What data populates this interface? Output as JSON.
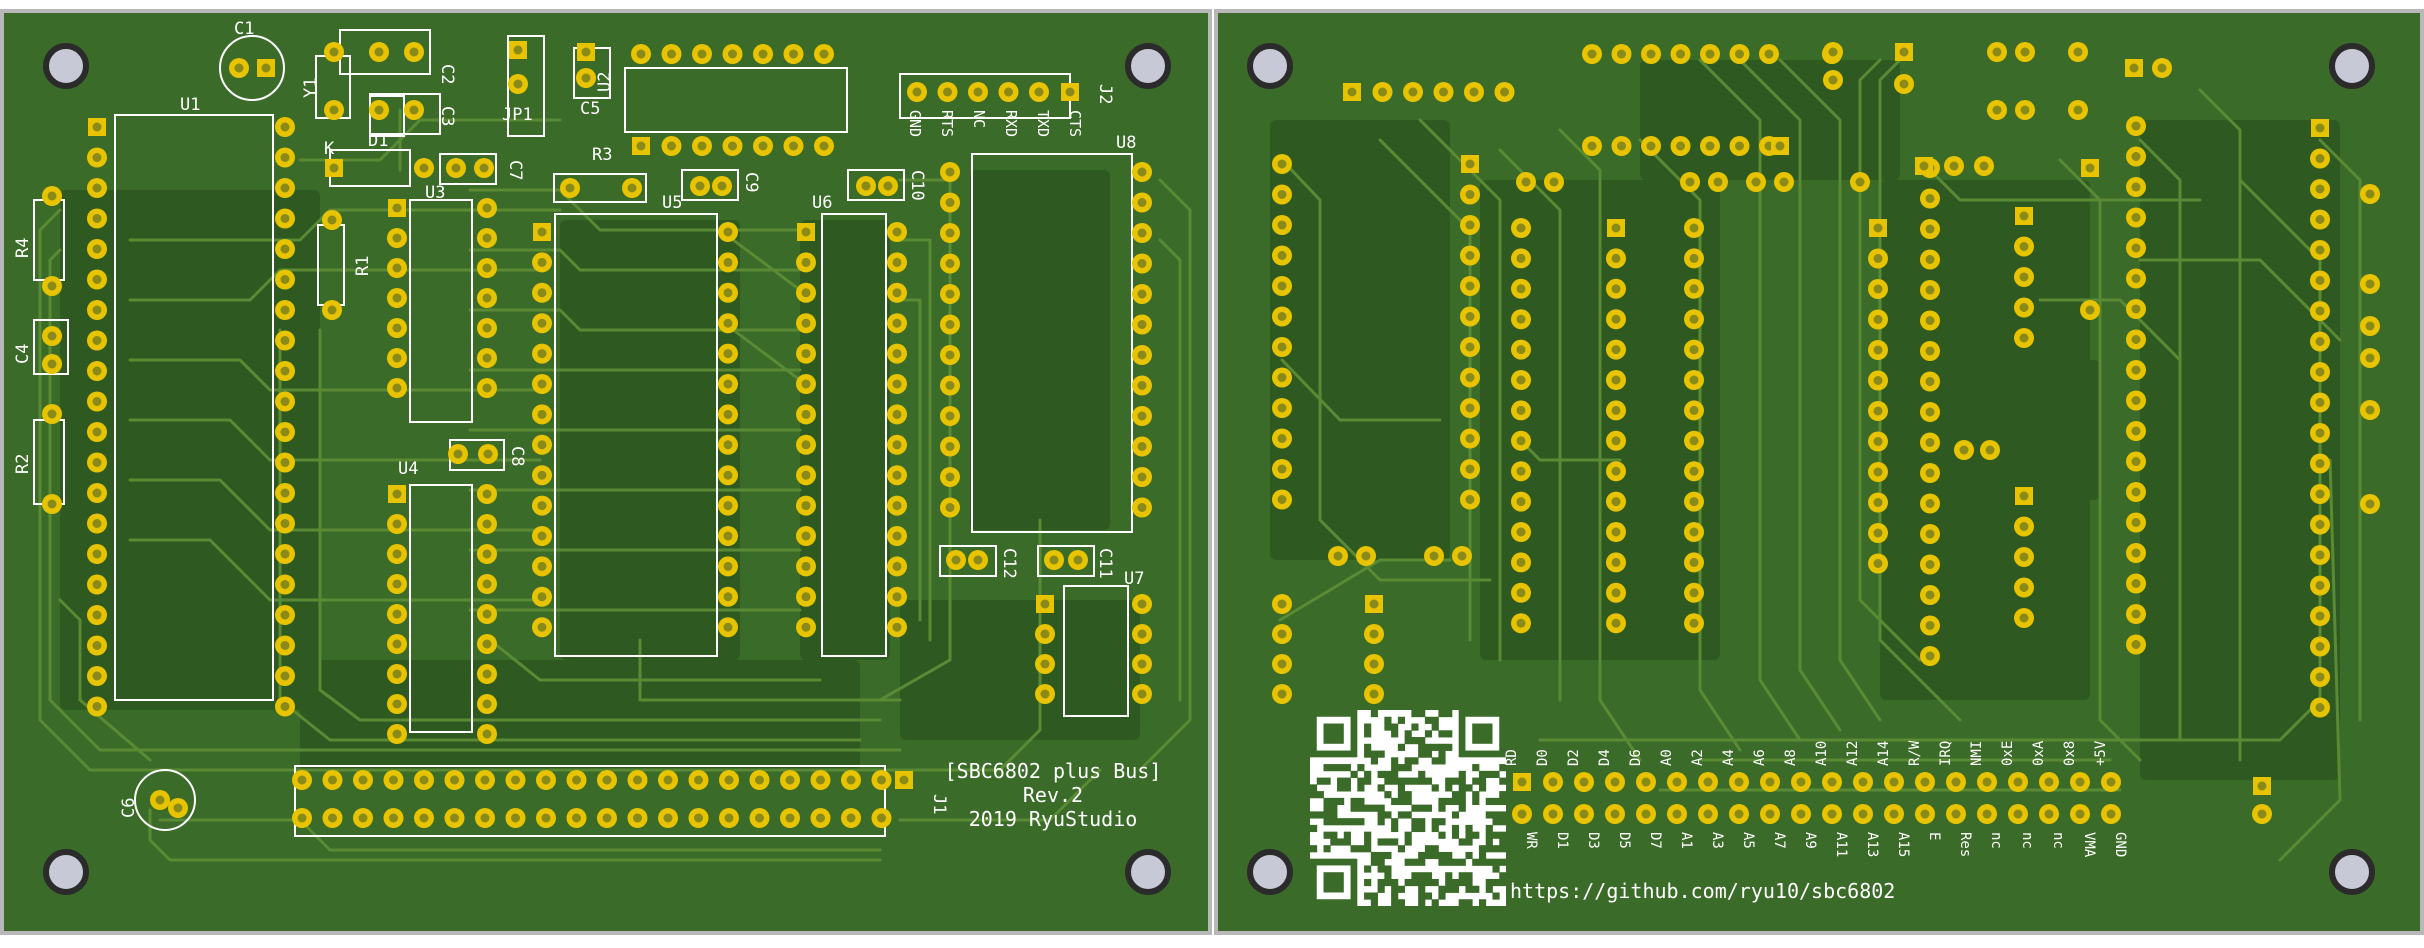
{
  "colors": {
    "board": "#3b6b28",
    "pour": "#2e5a22",
    "trace": "#5a8a34",
    "pad": "#e8c400",
    "drill": "#8a8a1a",
    "silkscreen": "#ffffff",
    "edge": "#b8b8b8",
    "mount_hole": "#c7c9d6"
  },
  "front": {
    "refs": {
      "u1": "U1",
      "u3": "U3",
      "u4": "U4",
      "u5": "U5",
      "u6": "U6",
      "u7": "U7",
      "u8": "U8",
      "r1": "R1",
      "r2": "R2",
      "r3": "R3",
      "r4": "R4",
      "c1": "C1",
      "c2": "C2",
      "c3": "C3",
      "c4": "C4",
      "c5": "C5",
      "c6": "C6",
      "c7": "C7",
      "c8": "C8",
      "c9": "C9",
      "c10": "C10",
      "c11": "C11",
      "c12": "C12",
      "y1": "Y1",
      "d1": "D1",
      "k": "K",
      "jp1": "JP1",
      "j1": "J1",
      "j2": "J2",
      "u2": "U2"
    },
    "j2_pins": [
      "GND",
      "RTS",
      "NC",
      "RXD",
      "TXD",
      "CTS"
    ],
    "title": "[SBC6802 plus Bus]",
    "revision": "Rev.2",
    "credit": "2019 RyuStudio"
  },
  "back": {
    "bus_top_labels": [
      "RD",
      "D0",
      "D2",
      "D4",
      "D6",
      "A0",
      "A2",
      "A4",
      "A6",
      "A8",
      "A10",
      "A12",
      "A14",
      "R/W",
      "IRQ",
      "NMI",
      "0xE",
      "0xA",
      "0x8",
      "+5V"
    ],
    "bus_bottom_labels": [
      "WR",
      "D1",
      "D3",
      "D5",
      "D7",
      "A1",
      "A3",
      "A5",
      "A7",
      "A9",
      "A11",
      "A13",
      "A15",
      "E",
      "Res",
      "nc",
      "nc",
      "nc",
      "VMA",
      "GND"
    ],
    "url": "https://github.com/ryu10/sbc6802",
    "qr_icon": "qr-code-icon"
  }
}
